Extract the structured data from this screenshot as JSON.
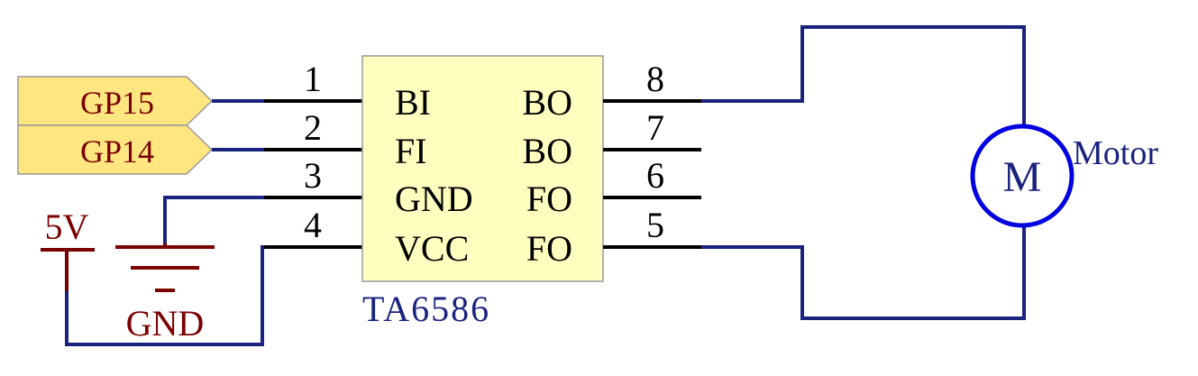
{
  "colors": {
    "wire": "#1a237e",
    "pin": "#000000",
    "chip_fill": "#ffffc0",
    "chip_stroke": "#999999",
    "port_fill": "#ffe680",
    "port_stroke": "#999999",
    "power": "#7a0000",
    "motor": "#0000e0"
  },
  "chip": {
    "name": "TA6586",
    "left_pins": [
      {
        "number": "1",
        "label": "BI"
      },
      {
        "number": "2",
        "label": "FI"
      },
      {
        "number": "3",
        "label": "GND"
      },
      {
        "number": "4",
        "label": "VCC"
      }
    ],
    "right_pins": [
      {
        "number": "8",
        "label": "BO"
      },
      {
        "number": "7",
        "label": "BO"
      },
      {
        "number": "6",
        "label": "FO"
      },
      {
        "number": "5",
        "label": "FO"
      }
    ]
  },
  "ports": [
    {
      "label": "GP15"
    },
    {
      "label": "GP14"
    }
  ],
  "power": {
    "label": "5V"
  },
  "ground": {
    "label": "GND"
  },
  "motor": {
    "symbol": "M",
    "label": "Motor"
  }
}
